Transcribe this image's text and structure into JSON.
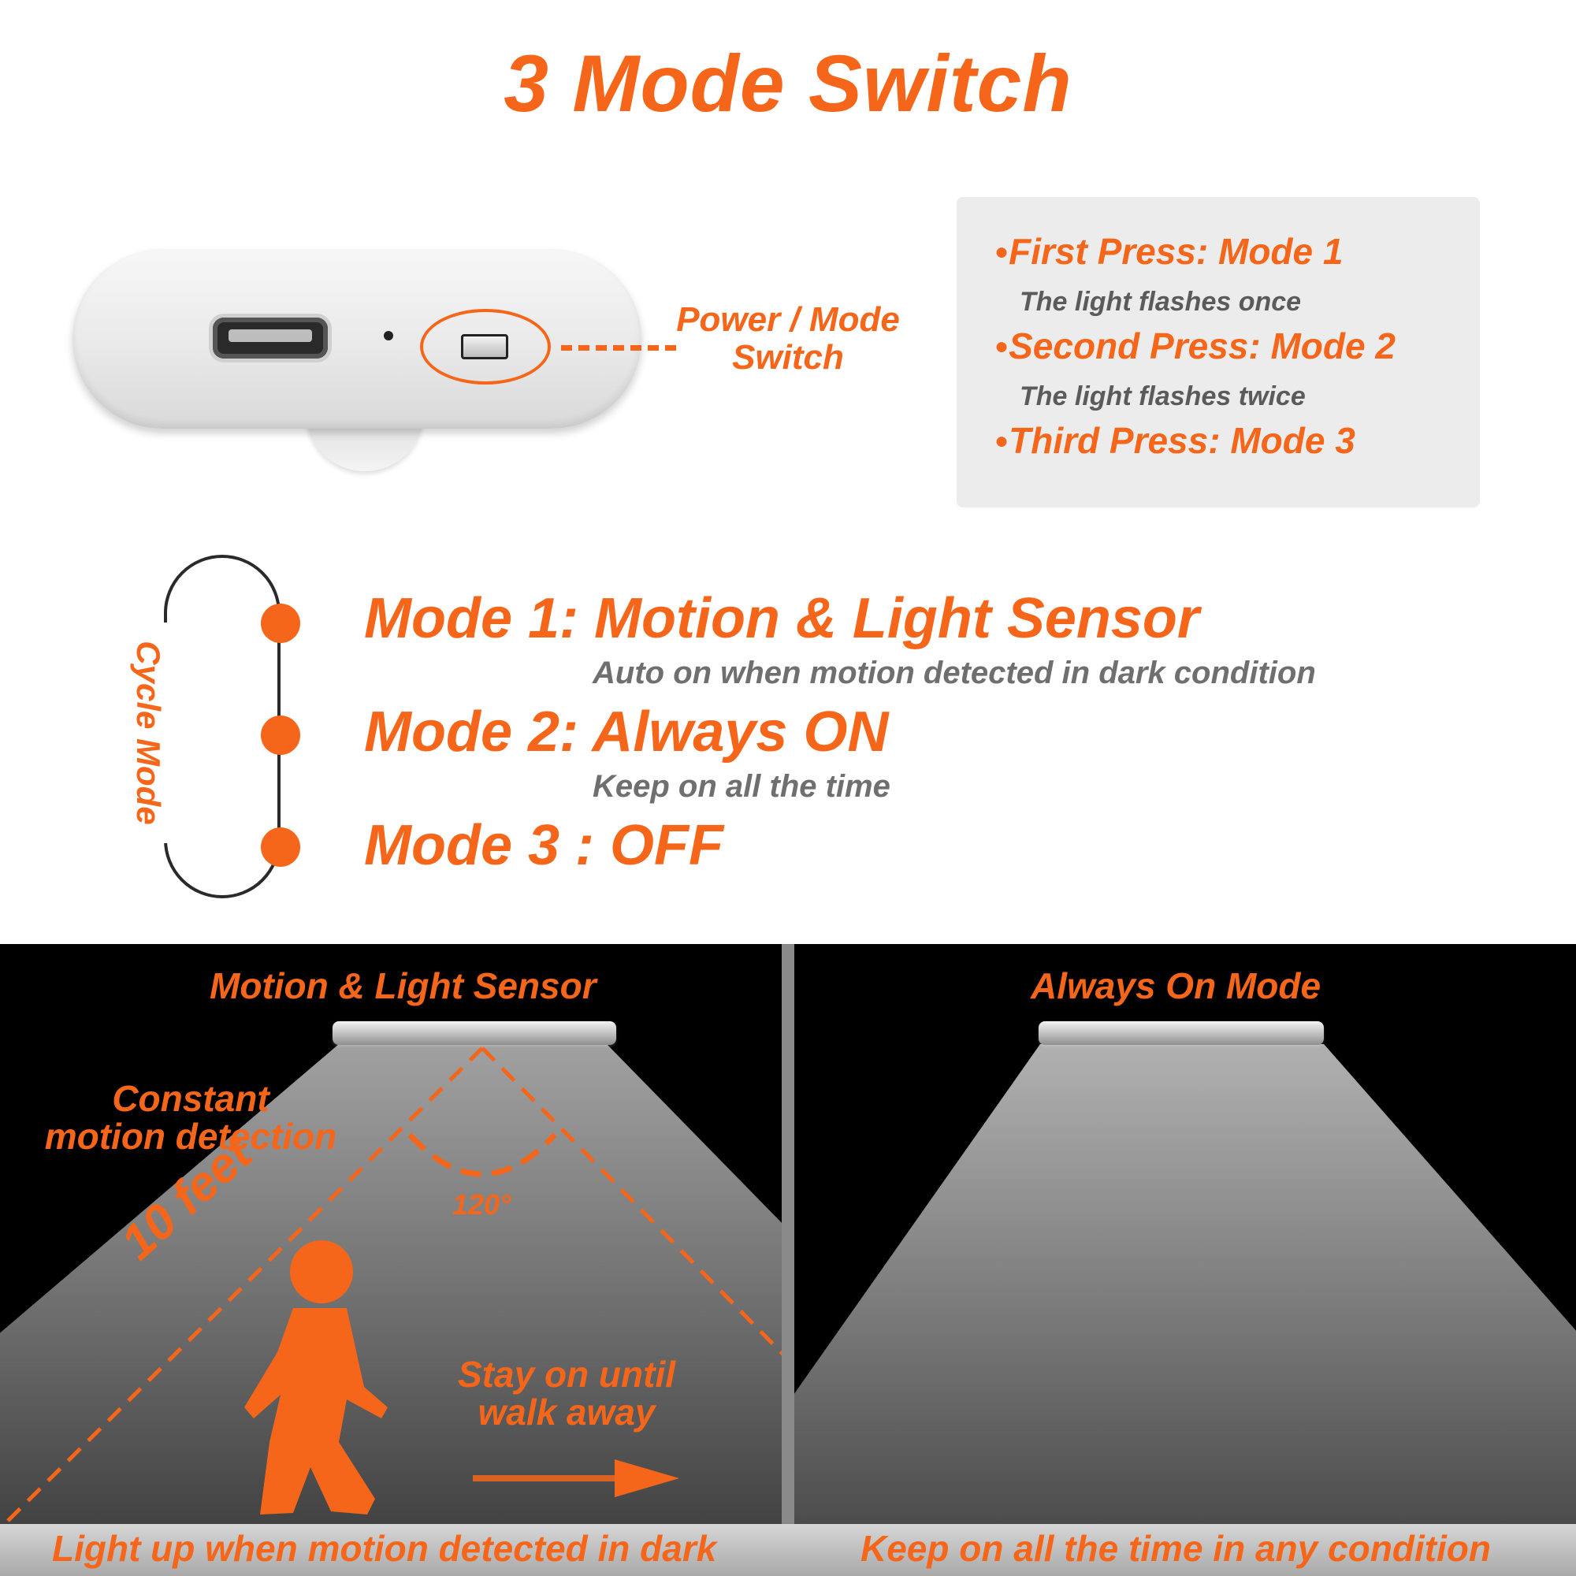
{
  "title": "3 Mode Switch",
  "device": {
    "switch_label_line1": "Power / Mode",
    "switch_label_line2": "Switch"
  },
  "press_box": {
    "bullet": "●",
    "items": [
      {
        "main": "First Press: Mode 1",
        "sub": "The light flashes once"
      },
      {
        "main": "Second Press: Mode 2",
        "sub": "The light flashes twice"
      },
      {
        "main": "Third Press: Mode 3",
        "sub": ""
      }
    ]
  },
  "cycle": {
    "label": "Cycle Mode",
    "modes": [
      {
        "title": "Mode 1: Motion & Light Sensor",
        "desc": "Auto on when motion detected in dark condition"
      },
      {
        "title": "Mode 2: Always ON",
        "desc": "Keep on all the time"
      },
      {
        "title": "Mode 3 : OFF",
        "desc": ""
      }
    ]
  },
  "left_panel": {
    "title": "Motion & Light Sensor",
    "constant_line1": "Constant",
    "constant_line2": "motion detection",
    "angle": "120°",
    "distance": "10 feet",
    "stay_line1": "Stay on until",
    "stay_line2": "walk away",
    "caption": "Light up when motion detected in dark"
  },
  "right_panel": {
    "title": "Always On Mode",
    "caption": "Keep on all the time in any condition"
  },
  "colors": {
    "accent": "#f5661a",
    "panel_bg": "#000000",
    "box_bg": "#ececec",
    "desc_gray": "#6f6f6f"
  },
  "icons": {
    "usb_port": "micro-usb-port-icon",
    "person": "walking-person-icon",
    "arrow": "arrow-right-icon"
  }
}
